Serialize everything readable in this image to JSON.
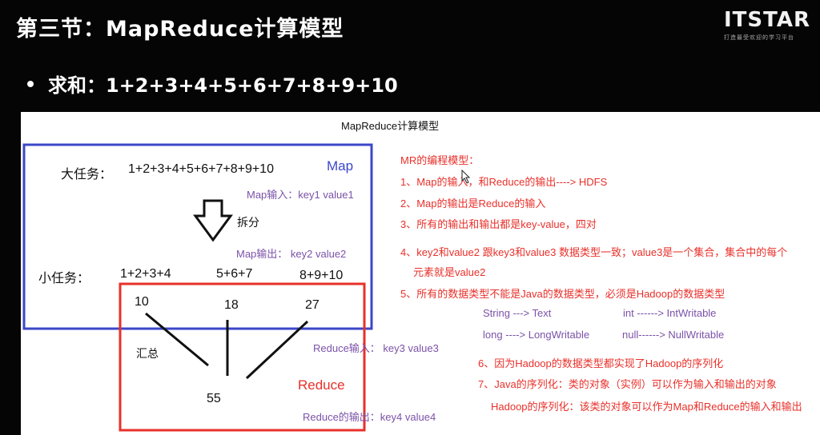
{
  "header": {
    "title": "第三节：MapReduce计算模型",
    "logo": "ITSTAR",
    "logo_tagline": "打造最受欢迎的学习平台"
  },
  "bullet": "求和：1+2+3+4+5+6+7+8+9+10",
  "slide": {
    "caption": "MapReduce计算模型",
    "big_task_label": "大任务：",
    "big_task_expr": "1+2+3+4+5+6+7+8+9+10",
    "map_label": "Map",
    "map_input": "Map输入：key1 value1",
    "split_label": "拆分",
    "map_output": "Map输出： key2   value2",
    "small_task_label": "小任务：",
    "small_tasks": [
      "1+2+3+4",
      "5+6+7",
      "8+9+10"
    ],
    "partials": [
      "10",
      "18",
      "27"
    ],
    "sum_label": "汇总",
    "reduce_label": "Reduce",
    "reduce_input": "Reduce输入： key3   value3",
    "result": "55",
    "reduce_output": "Reduce的输出：key4   value4",
    "model_title": "MR的编程模型：",
    "rules": [
      "1、Map的输入，和Reduce的输出----> HDFS",
      "2、Map的输出是Reduce的输入",
      "3、所有的输出和输出都是key-value，四对",
      "4、key2和value2  跟key3和value3 数据类型一致；value3是一个集合，集合中的每个",
      "元素就是value2",
      "5、所有的数据类型不能是Java的数据类型，必须是Hadoop的数据类型",
      "String  ---> Text",
      "int ------> IntWritable",
      "long   ----> LongWritable",
      "null------> NullWritable",
      "6、因为Hadoop的数据类型都实现了Hadoop的序列化",
      "7、Java的序列化：类的对象（实例）可以作为输入和输出的对象",
      "Hadoop的序列化：该类的对象可以作为Map和Reduce的输入和输出"
    ]
  },
  "colors": {
    "map_box": "#3b47c8",
    "reduce_box": "#e8302a",
    "purple_text": "#7b52a8",
    "red_text": "#e8302a",
    "background": "#050505"
  }
}
